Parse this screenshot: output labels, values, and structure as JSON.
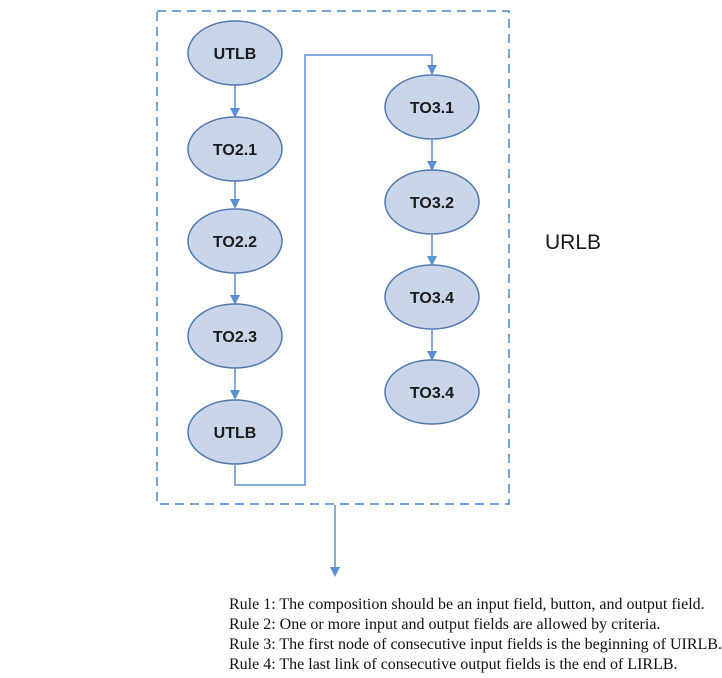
{
  "colors": {
    "node_fill": "#c9d6ea",
    "node_stroke": "#4f7ab4",
    "connector": "#5b8fd1",
    "boundary": "#4a86d4"
  },
  "nodes": {
    "n_utlb_top": "UTLB",
    "n_to21": "TO2.1",
    "n_to22": "TO2.2",
    "n_to23": "TO2.3",
    "n_utlb_bottom": "UTLB",
    "n_to31": "TO3.1",
    "n_to32": "TO3.2",
    "n_to34a": "TO3.4",
    "n_to34b": "TO3.4"
  },
  "region_label": "URLB",
  "rules": [
    "Rule 1: The composition should be an input field, button, and output field.",
    "Rule 2: One or more input and output fields are allowed by criteria.",
    "Rule 3: The first node of consecutive input fields is the beginning of UIRLB.",
    "Rule 4: The last link of consecutive output fields is the end of LIRLB."
  ]
}
